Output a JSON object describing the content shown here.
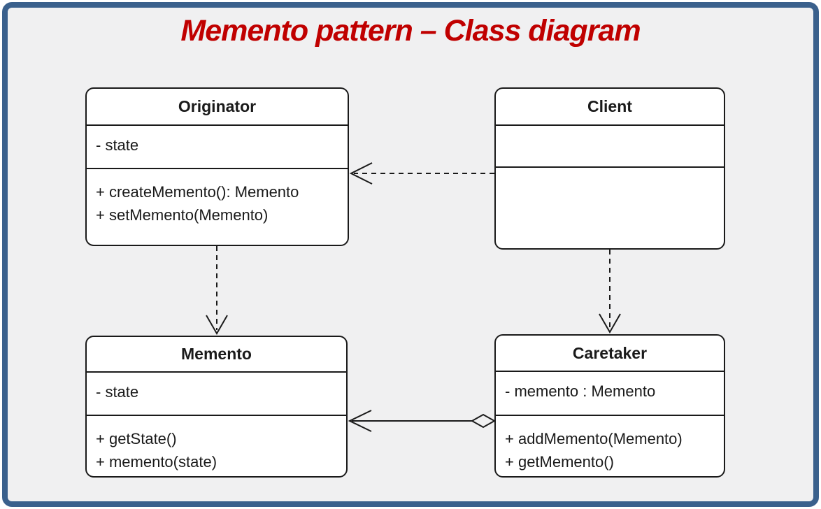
{
  "title": "Memento pattern – Class diagram",
  "colors": {
    "title_text": "#C00000",
    "frame_border": "#3A608C",
    "canvas_background": "#F0F0F1",
    "box_fill": "#FFFFFF",
    "line": "#1A1A1A"
  },
  "classes": {
    "originator": {
      "name": "Originator",
      "attributes": [
        "- state"
      ],
      "methods": [
        "+ createMemento(): Memento",
        "+ setMemento(Memento)"
      ]
    },
    "client": {
      "name": "Client",
      "attributes": [],
      "methods": []
    },
    "memento": {
      "name": "Memento",
      "attributes": [
        "- state"
      ],
      "methods": [
        "+ getState()",
        "+ memento(state)"
      ]
    },
    "caretaker": {
      "name": "Caretaker",
      "attributes": [
        "- memento : Memento"
      ],
      "methods": [
        "+ addMemento(Memento)",
        "+ getMemento()"
      ]
    }
  },
  "relationships": [
    {
      "from": "Client",
      "to": "Originator",
      "type": "dependency",
      "line": "dashed",
      "head": "open-arrow"
    },
    {
      "from": "Originator",
      "to": "Memento",
      "type": "dependency",
      "line": "dashed",
      "head": "open-arrow"
    },
    {
      "from": "Client",
      "to": "Caretaker",
      "type": "dependency",
      "line": "dashed",
      "head": "open-arrow"
    },
    {
      "from": "Caretaker",
      "to": "Memento",
      "type": "aggregation",
      "line": "solid",
      "head": "open-arrow",
      "tail": "hollow-diamond"
    }
  ]
}
